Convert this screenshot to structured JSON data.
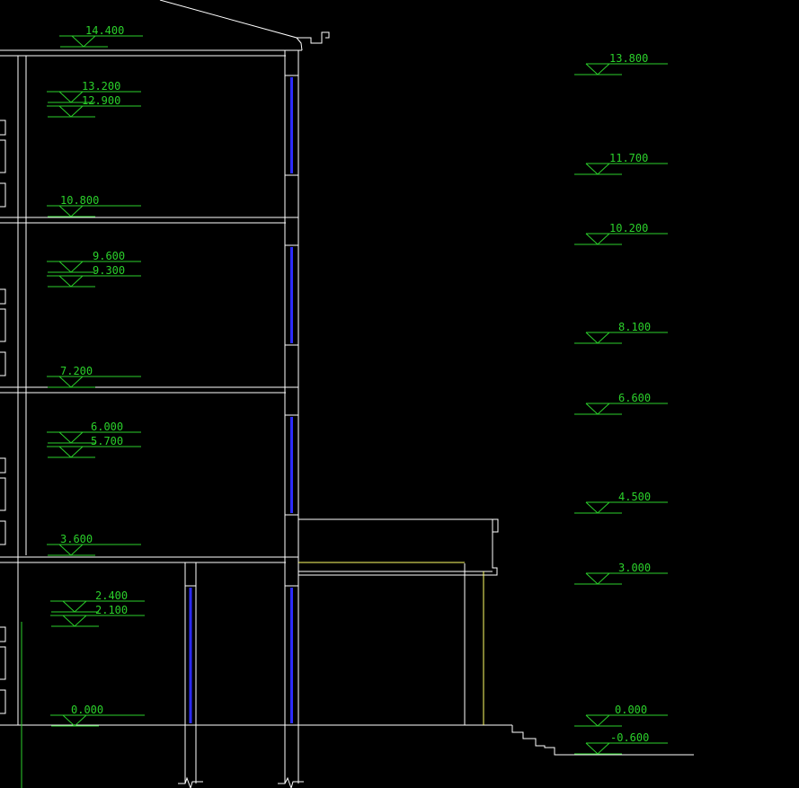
{
  "colors": {
    "background": "#000000",
    "wall": "#ffffff",
    "dimension": "#2bd12b",
    "glass": "#2b2bff",
    "canopy": "#ffff66"
  },
  "drawing": {
    "left_levels": [
      {
        "label": "14.400"
      },
      {
        "label": "13.200"
      },
      {
        "label": "12.900"
      },
      {
        "label": "10.800"
      },
      {
        "label": "9.600"
      },
      {
        "label": "9.300"
      },
      {
        "label": "7.200"
      },
      {
        "label": "6.000"
      },
      {
        "label": "5.700"
      },
      {
        "label": "3.600"
      },
      {
        "label": "2.400"
      },
      {
        "label": "2.100"
      },
      {
        "label": "0.000"
      }
    ],
    "right_levels": [
      {
        "label": "13.800"
      },
      {
        "label": "11.700"
      },
      {
        "label": "10.200"
      },
      {
        "label": "8.100"
      },
      {
        "label": "6.600"
      },
      {
        "label": "4.500"
      },
      {
        "label": "3.000"
      },
      {
        "label": "0.000"
      },
      {
        "label": "-0.600"
      }
    ]
  }
}
